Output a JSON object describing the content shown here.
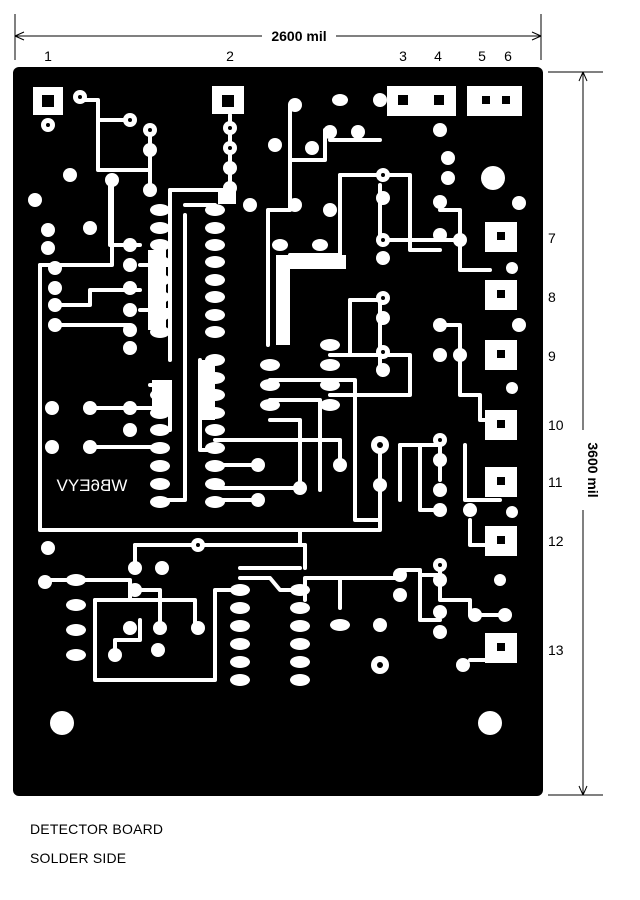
{
  "dimensions": {
    "width_label": "2600 mil",
    "height_label": "3600 mil"
  },
  "top_pads": [
    "1",
    "2",
    "3",
    "4",
    "5",
    "6"
  ],
  "right_pads": [
    "7",
    "8",
    "9",
    "10",
    "11",
    "12",
    "13"
  ],
  "board_marking": "WB6EYV",
  "caption": {
    "line1": "DETECTOR BOARD",
    "line2": "SOLDER SIDE"
  },
  "colors": {
    "board": "#000000",
    "copper": "#ffffff"
  }
}
